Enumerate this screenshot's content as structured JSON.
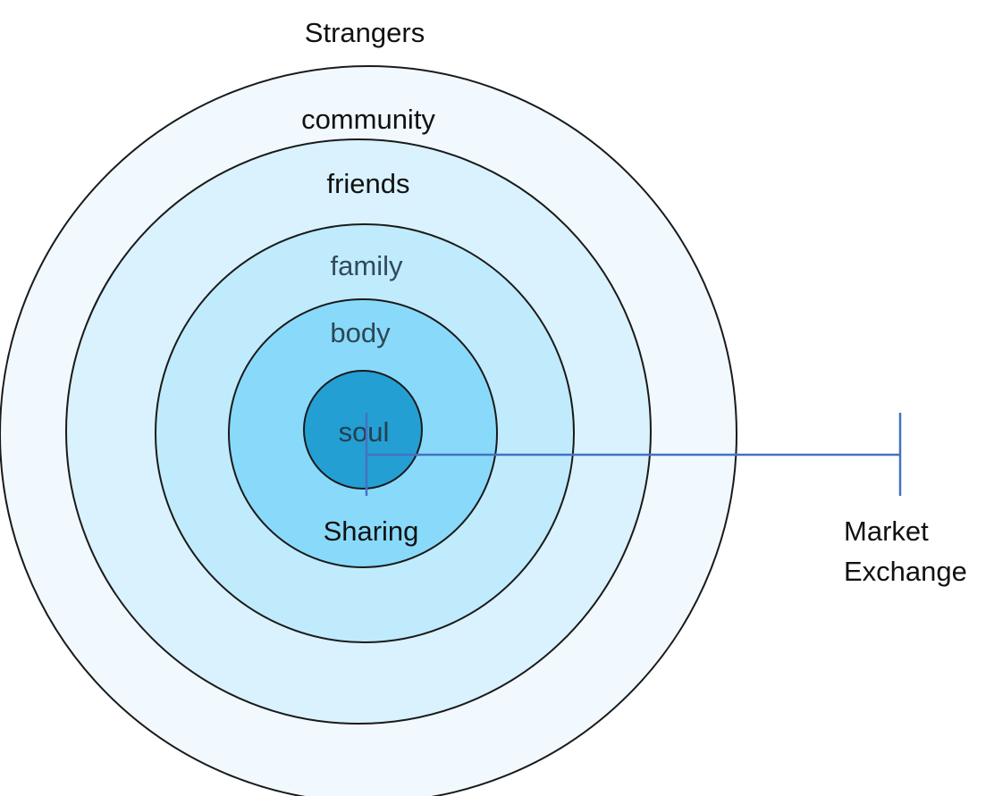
{
  "diagram": {
    "outer_label": "Strangers",
    "rings": [
      {
        "label": "community",
        "fill": "#f1f9fe",
        "text_color": "#111111"
      },
      {
        "label": "friends",
        "fill": "#d9f2fd",
        "text_color": "#111111"
      },
      {
        "label": "family",
        "fill": "#c0ebfc",
        "text_color": "#2f4b5c"
      },
      {
        "label": "body",
        "fill": "#89dafa",
        "text_color": "#2b4755"
      },
      {
        "label": "soul",
        "fill": "#239fd3",
        "text_color": "#263f4f"
      }
    ],
    "ring_stroke": "#1a1a1a",
    "scale": {
      "start_label": "Sharing",
      "end_label_line1": "Market",
      "end_label_line2": "Exchange",
      "line_color": "#4472c4"
    }
  }
}
